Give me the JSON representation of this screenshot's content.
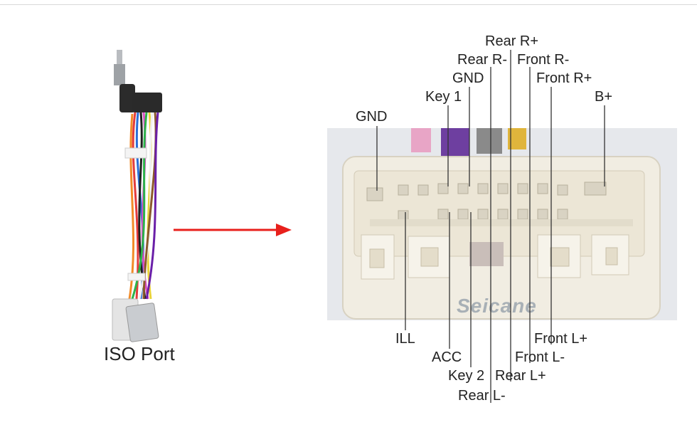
{
  "left": {
    "caption": "ISO Port"
  },
  "connector": {
    "watermark": "Seicane",
    "top_labels": {
      "gnd_left": "GND",
      "key1": "Key 1",
      "gnd": "GND",
      "rear_r_minus": "Rear R-",
      "rear_r_plus": "Rear R+",
      "front_r_minus": "Front R-",
      "front_r_plus": "Front R+",
      "b_plus": "B+"
    },
    "bottom_labels": {
      "ill": "ILL",
      "acc": "ACC",
      "key2": "Key 2",
      "rear_l_minus": "Rear L-",
      "rear_l_plus": "Rear L+",
      "front_l_minus": "Front L-",
      "front_l_plus": "Front L+"
    }
  },
  "colors": {
    "arrow": "#e8201c",
    "leader": "#333333",
    "housing": "#f1ede2"
  }
}
